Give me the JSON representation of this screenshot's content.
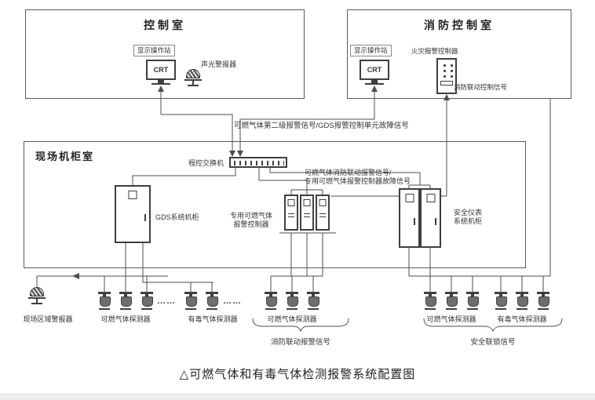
{
  "caption": "△可燃气体和有毒气体检测报警系统配置图",
  "control_room": {
    "title": "控制室",
    "operator_station": "显示操作站",
    "crt": "CRT",
    "av_alarm": "声光警报器"
  },
  "fire_control_room": {
    "title": "消防控制室",
    "operator_station": "显示操作站",
    "crt": "CRT",
    "fire_alarm_controller": "火灾报警控制器",
    "fire_linkage_control_signal": "消防联动控制信号"
  },
  "field_cabinet_room": {
    "title": "现场机柜室",
    "pbx_switch": "程控交换机",
    "gds_cabinet": "GDS系统机柜",
    "dedicated_gas_controller": "专用可燃气体\n报警控制器",
    "safety_instrument_cabinet": "安全仪表\n系统机柜"
  },
  "signals": {
    "second_level_alarm": "可燃气体第二级报警信号/GDS报警控制单元故障信号",
    "fire_linkage_and_fault": "可燃气体消防联动报警信号/\n专用可燃气体报警控制器故障信号",
    "fire_linkage_alarm": "消防联动报警信号",
    "safety_interlock": "安全联锁信号"
  },
  "field": {
    "area_alarm": "现场区域警报器",
    "ellipsis": "……",
    "groups": [
      {
        "label": "可燃气体探测器"
      },
      {
        "label": "有毒气体探测器"
      },
      {
        "label": "可燃气体探测器"
      },
      {
        "label": "可燃气体探测器"
      },
      {
        "label": "有毒气体探测器"
      }
    ]
  }
}
